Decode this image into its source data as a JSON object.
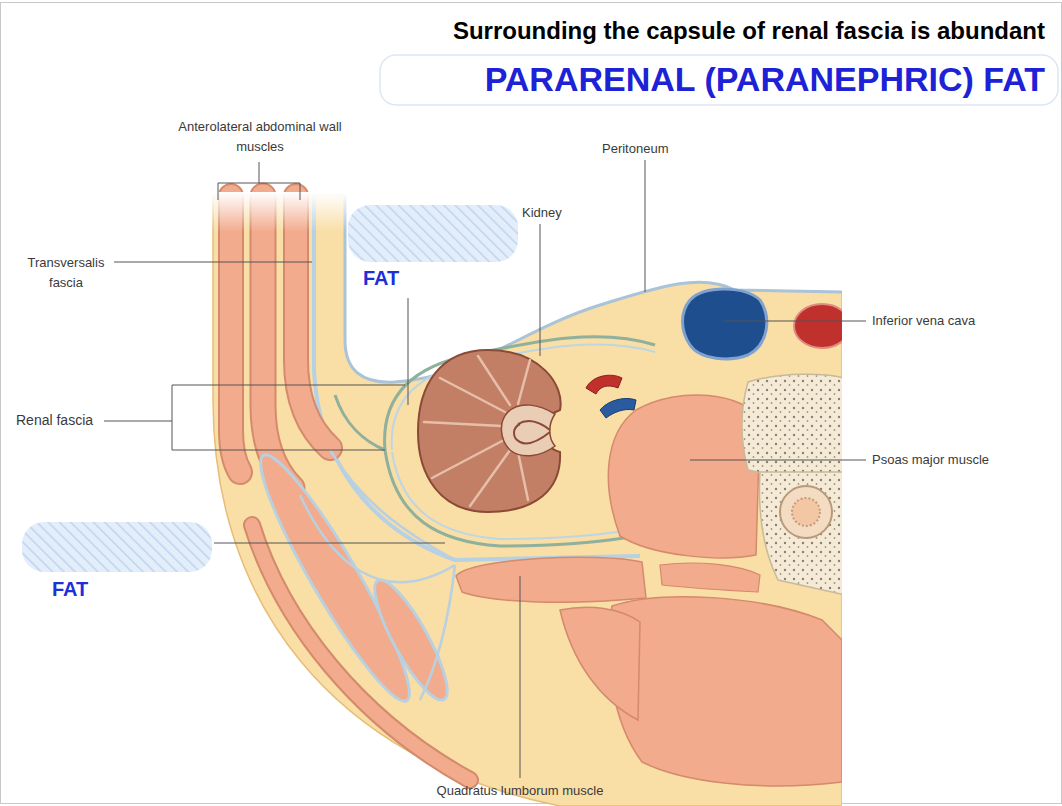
{
  "diagram": {
    "title": "Surrounding the capsule of renal fascia is abundant",
    "labels": [
      "PARARENAL (PARANEPHRIC) FAT",
      "Anterolateral abdominal wall muscles",
      "Peritoneum",
      "Kidney",
      "Transversalis fascia",
      "FAT",
      "Inferior vena cava",
      "Renal fascia",
      "Psoas major muscle",
      "FAT",
      "Quadratus lumborum muscle"
    ]
  }
}
